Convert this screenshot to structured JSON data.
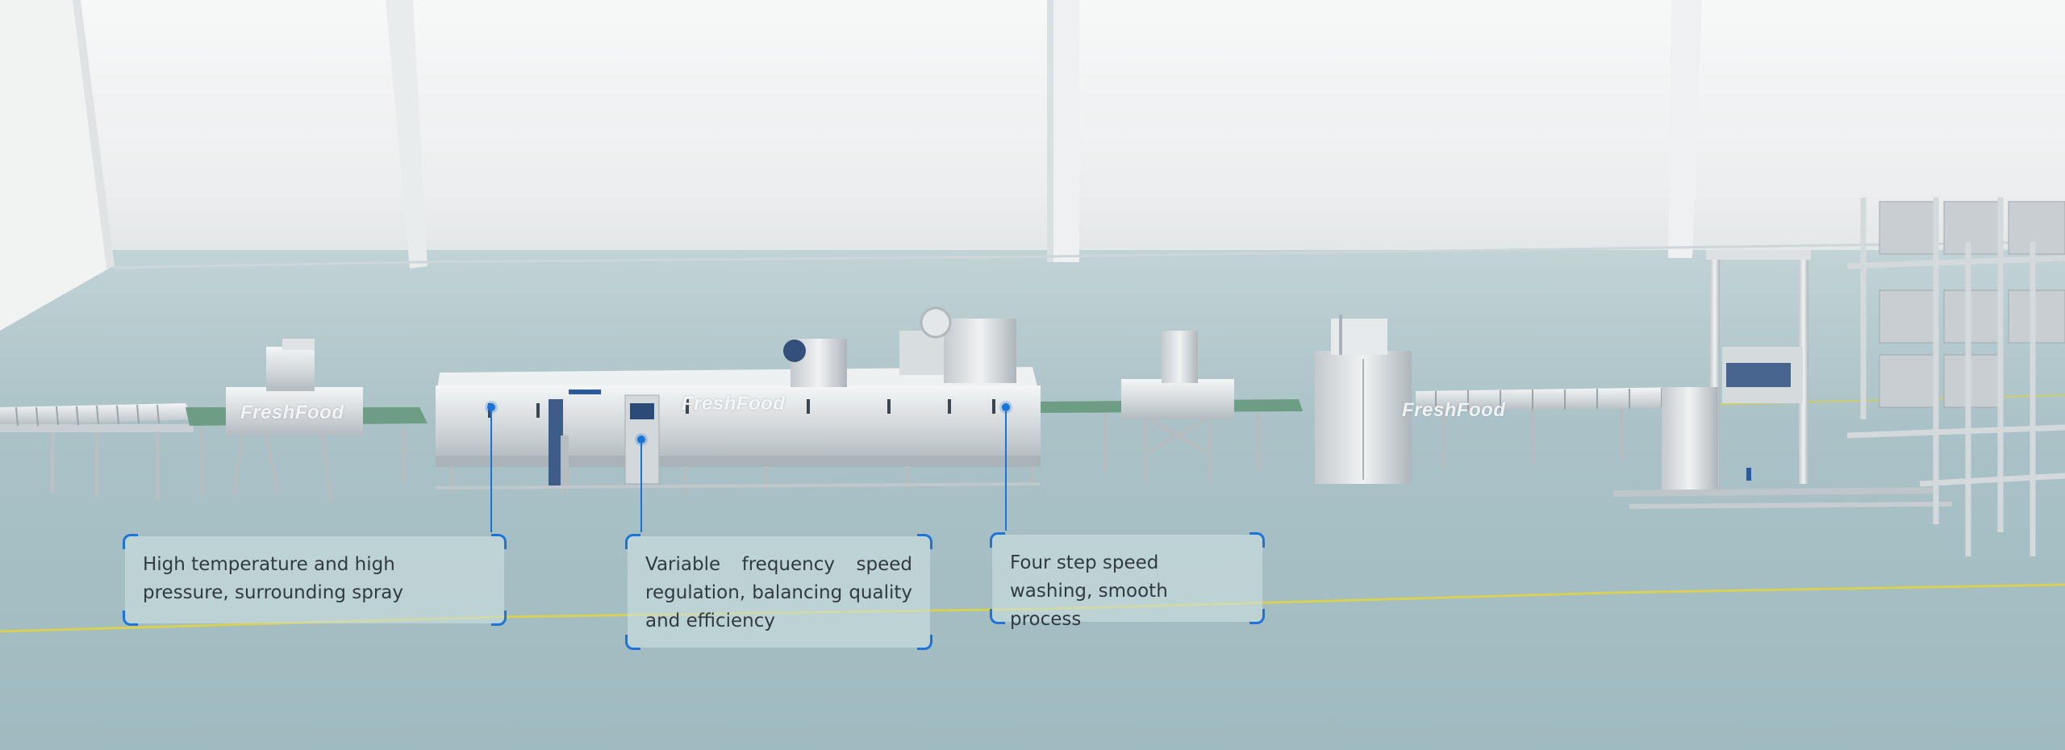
{
  "scene": {
    "brand_label": "FreshFood",
    "accent_color": "#1a73d6",
    "floor_line_color": "#d6d055"
  },
  "callouts": [
    {
      "text": "High temperature and high pressure, surrounding spray"
    },
    {
      "text": "Variable frequency speed regulation, balancing quality and efficiency"
    },
    {
      "text": "Four step speed washing, smooth process"
    }
  ]
}
